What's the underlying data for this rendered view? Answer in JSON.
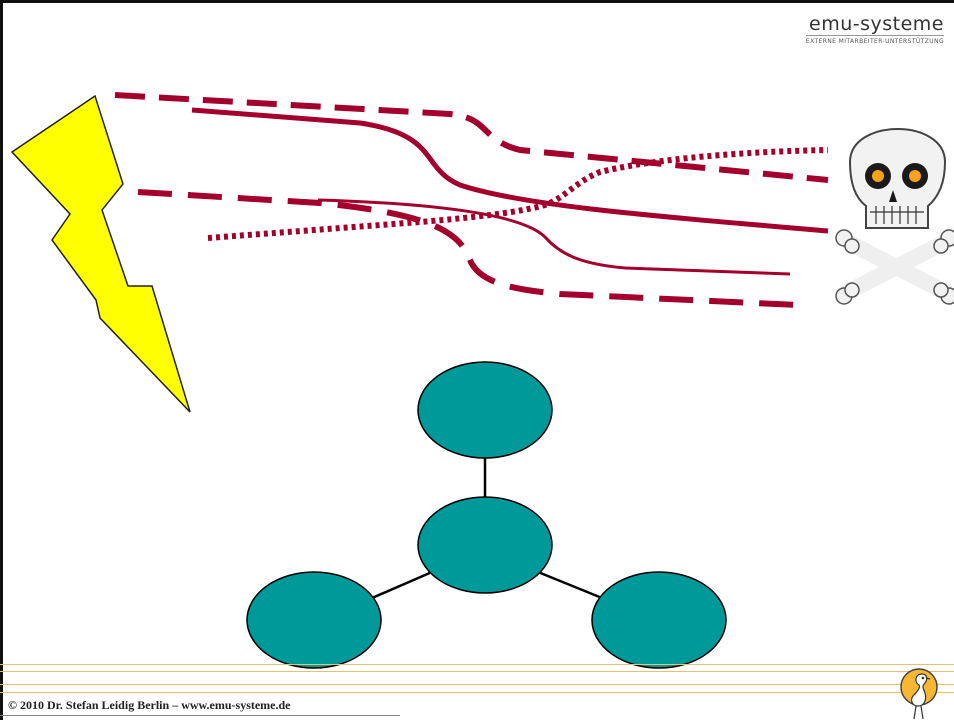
{
  "logo": {
    "name": "emu-systeme",
    "tagline": "Externe Mitarbeiter-Unterstützung"
  },
  "footer": {
    "copyright": "© 2010 Dr. Stefan Leidig Berlin – www.emu-systeme.de"
  },
  "diagram": {
    "nodes": [
      "top",
      "center",
      "bottom-left",
      "bottom-right"
    ],
    "edges": [
      [
        "top",
        "center"
      ],
      [
        "center",
        "bottom-left"
      ],
      [
        "center",
        "bottom-right"
      ]
    ],
    "node_fill": "#009999",
    "edge_color": "#000000",
    "line_color": "#a3002d",
    "bolt_fill": "#ffff00",
    "footer_rule_color": "#e9c16a",
    "icons": [
      "lightning-bolt-icon",
      "skull-crossbones-icon",
      "emu-mascot-icon"
    ]
  }
}
